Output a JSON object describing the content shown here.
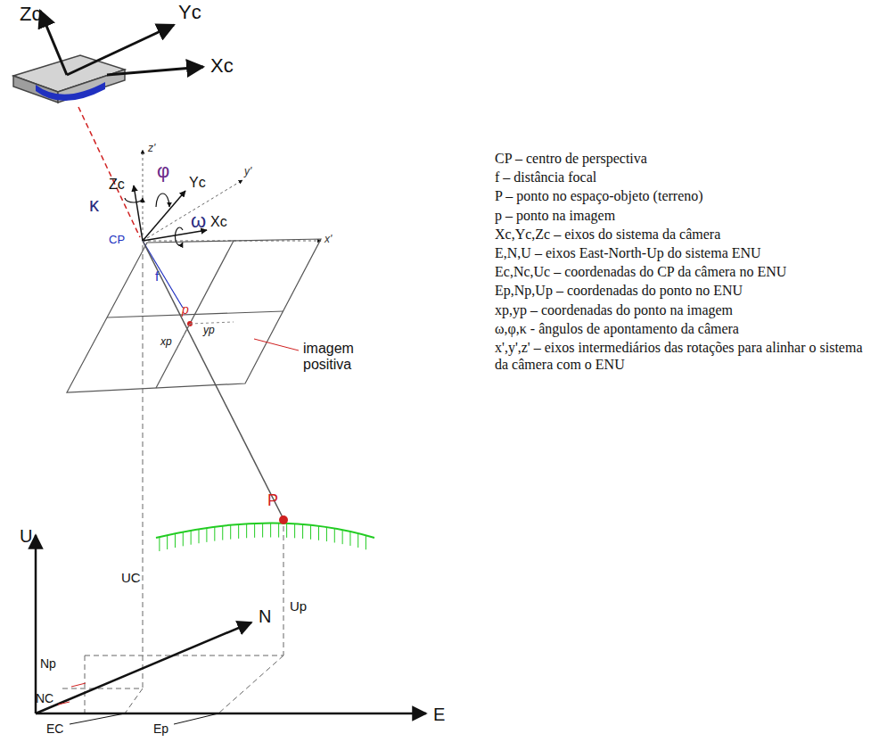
{
  "diagram": {
    "labels": [
      "Zc",
      "Yc",
      "Xc",
      "z'",
      "y'",
      "x'",
      "Zc",
      "Yc",
      "Xc",
      "κ",
      "φ",
      "ω",
      "CP",
      "f",
      "p",
      "yp",
      "xp",
      "imagem positiva",
      "UC",
      "P",
      "Up",
      "U",
      "N",
      "E",
      "Np",
      "NC",
      "EC",
      "Ep",
      "CP – centro de perspectiva",
      "f – distância focal",
      "P – ponto no espaço-objeto (terreno)",
      "p – ponto na imagem",
      "Xc,Yc,Zc – eixos do sistema da câmera",
      "E,N,U – eixos East-North-Up do sistema ENU",
      "Ec,Nc,Uc – coordenadas do CP da câmera no ENU",
      "Ep,Np,Up – coordenadas do ponto no ENU",
      "xp,yp – coordenadas do ponto na imagem",
      "ω,φ,κ - ângulos de apontamento da câmera",
      "x',y',z' – eixos intermediários das rotações para alinhar o sistema da câmera com o ENU"
    ]
  }
}
